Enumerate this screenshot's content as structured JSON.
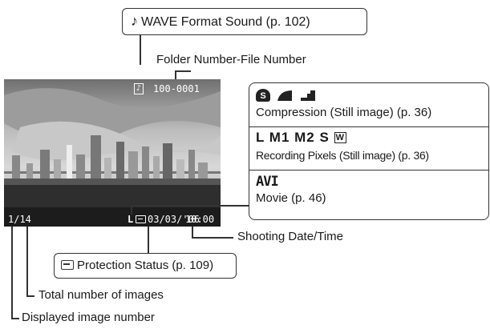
{
  "callouts": {
    "wave_sound": "WAVE Format Sound (p. 102)",
    "folder_file_number": "Folder Number-File Number",
    "shooting_datetime": "Shooting Date/Time",
    "protection_status": "Protection Status (p. 109)",
    "total_images": "Total number of images",
    "displayed_image_number": "Displayed image number"
  },
  "screen": {
    "file_number": "100-0001",
    "image_counter": "1/14",
    "date": "03/03/'06",
    "time": "10:00",
    "size_indicator": "L"
  },
  "info_panel": {
    "compression": {
      "icons_label": "S",
      "label": "Compression (Still image) (p. 36)"
    },
    "recording_pixels": {
      "sizes": "L M1 M2 S",
      "wide_icon": "W",
      "label": "Recording Pixels (Still image) (p. 36)"
    },
    "movie": {
      "format": "AVI",
      "label": "Movie (p. 46)"
    }
  },
  "icons": [
    "music-note-icon",
    "protect-key-icon",
    "compression-superfine-icon",
    "compression-fine-icon",
    "compression-normal-icon",
    "wide-icon"
  ],
  "colors": {
    "lines": "#333333",
    "screen_text": "#ffffff"
  }
}
